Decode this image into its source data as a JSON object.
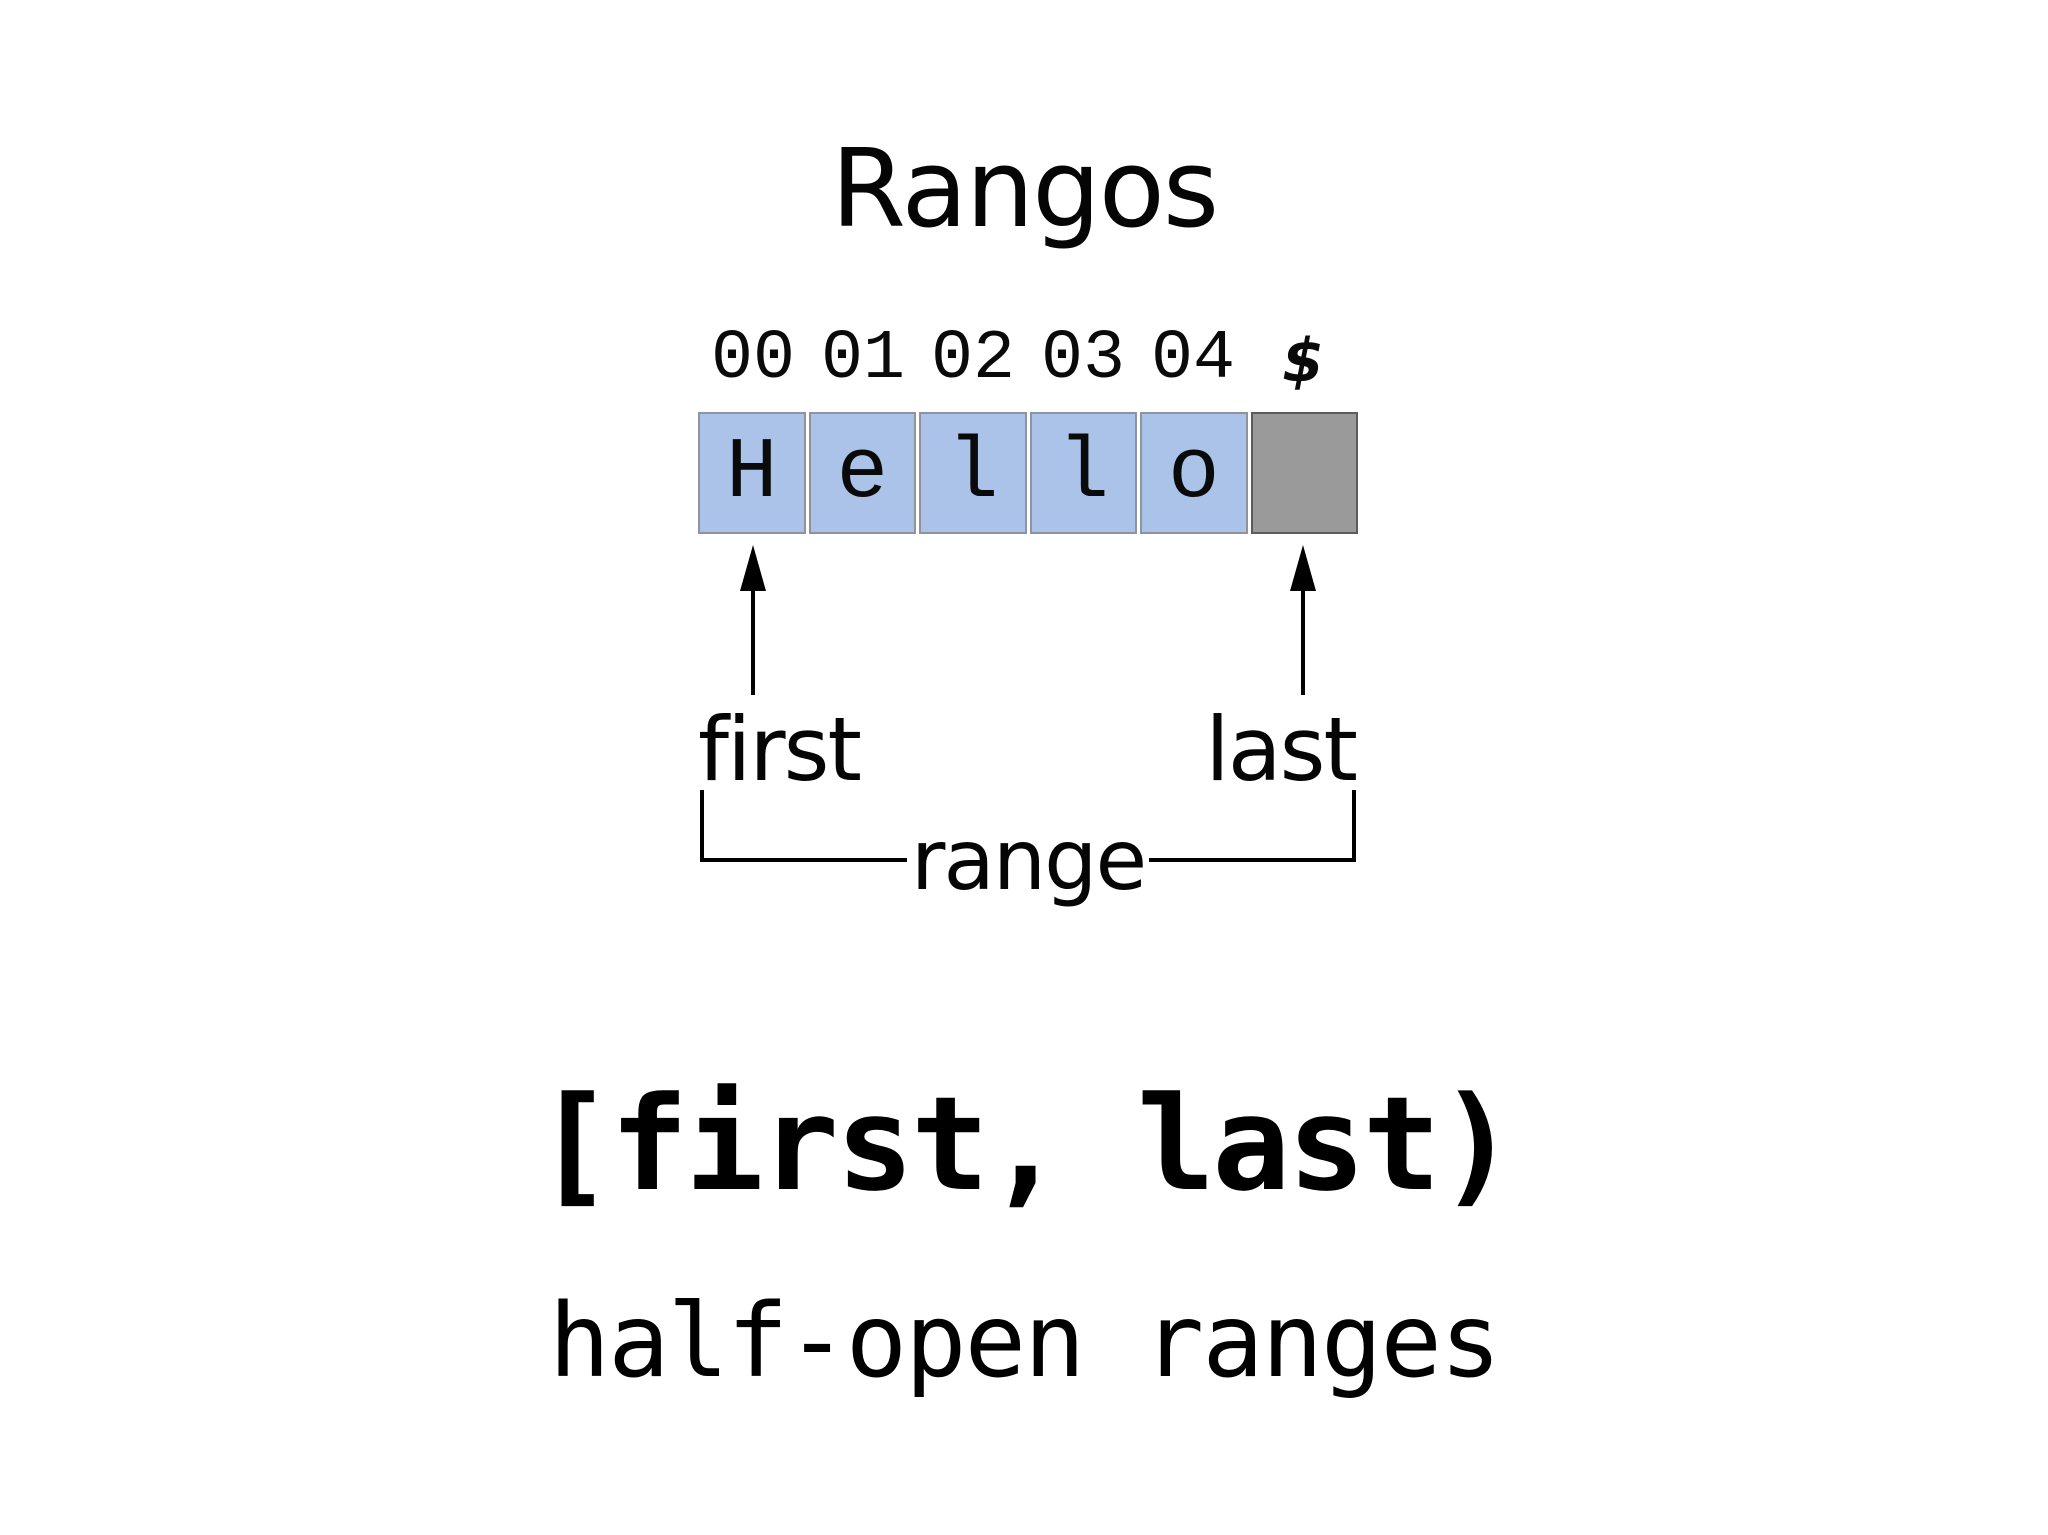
{
  "title": "Rangos",
  "array": {
    "indices": [
      "00",
      "01",
      "02",
      "03",
      "04",
      "$"
    ],
    "cells": [
      {
        "char": "H",
        "type": "blue"
      },
      {
        "char": "e",
        "type": "blue"
      },
      {
        "char": "l",
        "type": "blue"
      },
      {
        "char": "l",
        "type": "blue"
      },
      {
        "char": "o",
        "type": "blue"
      },
      {
        "char": "",
        "type": "gray"
      }
    ]
  },
  "pointers": {
    "first_label": "first",
    "last_label": "last",
    "range_label": "range"
  },
  "notation": "[first, last)",
  "subtitle": "half-open ranges",
  "colors": {
    "cell_blue": "#abc3e8",
    "cell_gray": "#9a9a9a",
    "cell_border": "#8e939e",
    "gray_border": "#5c5c5c",
    "line": "#000000"
  }
}
